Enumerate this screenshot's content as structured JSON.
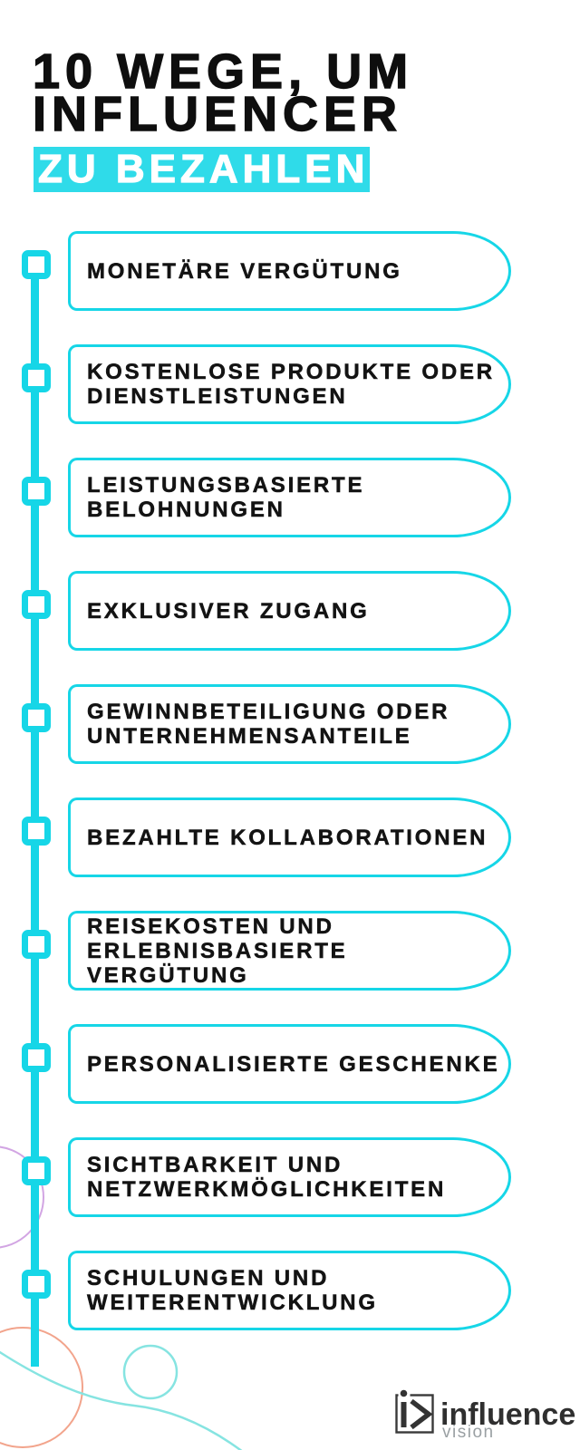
{
  "header": {
    "title_lines": "10 WEGE, UM\nINFLUENCER",
    "highlight": "ZU BEZAHLEN"
  },
  "items": [
    {
      "lines": [
        "MONETÄRE VERGÜTUNG"
      ]
    },
    {
      "lines": [
        "KOSTENLOSE PRODUKTE ODER",
        "DIENSTLEISTUNGEN"
      ]
    },
    {
      "lines": [
        "LEISTUNGSBASIERTE",
        "BELOHNUNGEN"
      ]
    },
    {
      "lines": [
        "EXKLUSIVER ZUGANG"
      ]
    },
    {
      "lines": [
        "GEWINNBETEILIGUNG ODER",
        "UNTERNEHMENSANTEILE"
      ]
    },
    {
      "lines": [
        "BEZAHLTE KOLLABORATIONEN"
      ]
    },
    {
      "lines": [
        "REISEKOSTEN UND",
        "ERLEBNISBASIERTE VERGÜTUNG"
      ]
    },
    {
      "lines": [
        "PERSONALISIERTE GESCHENKE"
      ]
    },
    {
      "lines": [
        "SICHTBARKEIT UND",
        "NETZWERKMÖGLICHKEITEN"
      ]
    },
    {
      "lines": [
        "SCHULUNGEN UND",
        "WEITERENTWICKLUNG"
      ]
    }
  ],
  "brand": {
    "name": "influence",
    "sub": "vision"
  },
  "icons": {
    "timeline_marker": "square-node-icon",
    "brand_icon": "influence-vision-play-icon",
    "decor": [
      "purple-circle-icon",
      "orange-circle-icon",
      "cyan-swirl-icon"
    ]
  },
  "colors": {
    "accent": "#16d6e7",
    "highlight_bg": "#2fdbe9",
    "title_text": "#0e0e0e",
    "item_text": "#131313",
    "highlight_text": "#ffffff",
    "logo_text": "#2f2f2f",
    "logo_sub": "#9aa0a3",
    "swirl": "#86e4e1",
    "circle_orange": "#f2a48c",
    "circle_purple": "#d2a5e3"
  }
}
